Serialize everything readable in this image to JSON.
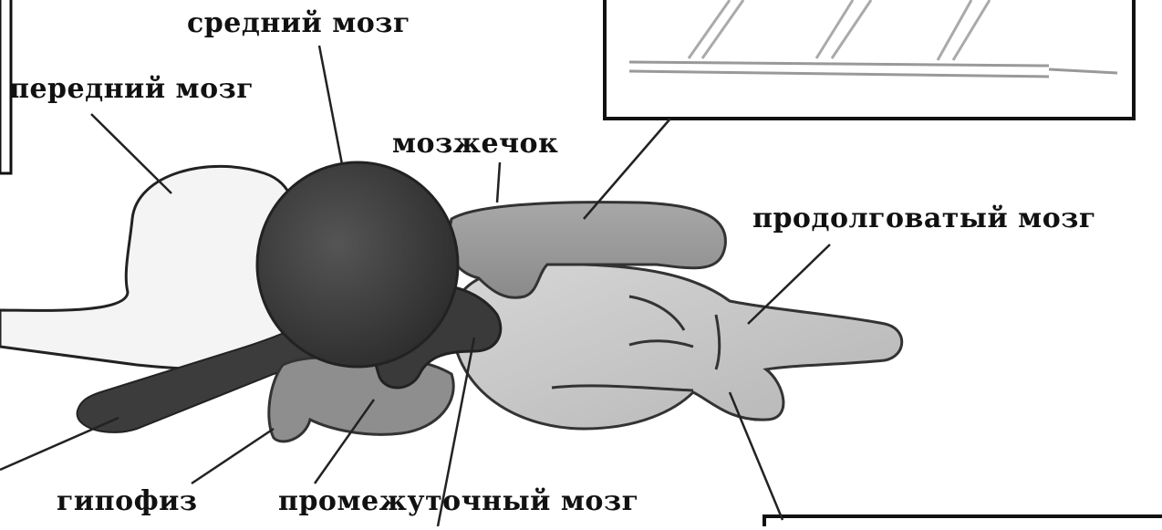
{
  "labels": {
    "midbrain": "средний мозг",
    "forebrain": "передний мозг",
    "cerebellum": "мозжечок",
    "medulla": "продолговатый мозг",
    "pituitary": "гипофиз",
    "diencephalon": "промежуточный мозг"
  },
  "colors": {
    "midbrain": "#3a3a3a",
    "forebrain": "#f2f2f2",
    "cerebellum": "#9a9a9a",
    "diencephalon": "#8c8c8c",
    "hindbrain": "#c4c4c4",
    "nerve": "#4a4a4a"
  }
}
